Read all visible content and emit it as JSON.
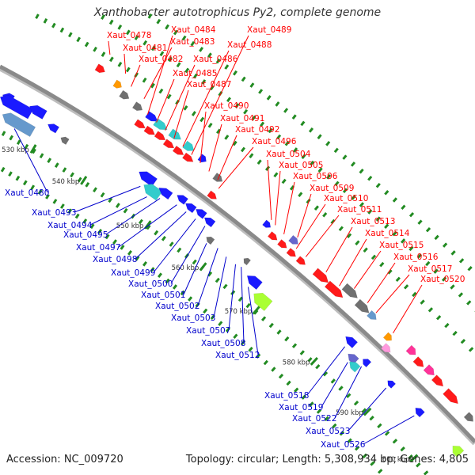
{
  "title": "Xanthobacter autotrophicus Py2, complete genome",
  "footer": {
    "accession": "Accession: NC_009720",
    "summary": "Topology: circular; Length: 5,308,934 bp; Genes: 4,805"
  },
  "colors": {
    "backbone": "#8a8a8a",
    "tick": "#228B22",
    "label_forward": "#ff0000",
    "label_reverse": "#0000cc",
    "gene_red": "#ff1a1a",
    "gene_blue": "#1a1aff",
    "gene_gray": "#707070",
    "gene_cyan": "#33cccc",
    "gene_steel": "#6699cc",
    "gene_orange": "#ff9900",
    "gene_magenta": "#ff3399",
    "gene_lime": "#aaff33",
    "gene_olive": "#669933",
    "gene_purple": "#6666cc",
    "gene_pink": "#ff99dd"
  },
  "kbp_marks": [
    {
      "label": "530 kbp"
    },
    {
      "label": "540 kbp"
    },
    {
      "label": "550 kbp"
    },
    {
      "label": "560 kbp"
    },
    {
      "label": "570 kbp"
    },
    {
      "label": "580 kbp"
    },
    {
      "label": "590 kbp"
    },
    {
      "label": "600 kbp"
    }
  ],
  "labels_forward": [
    "Xaut_0478",
    "Xaut_0481",
    "Xaut_0482",
    "Xaut_0483",
    "Xaut_0484",
    "Xaut_0485",
    "Xaut_0486",
    "Xaut_0487",
    "Xaut_0488",
    "Xaut_0489",
    "Xaut_0490",
    "Xaut_0491",
    "Xaut_0492",
    "Xaut_0496",
    "Xaut_0504",
    "Xaut_0505",
    "Xaut_0506",
    "Xaut_0509",
    "Xaut_0510",
    "Xaut_0511",
    "Xaut_0513",
    "Xaut_0514",
    "Xaut_0515",
    "Xaut_0516",
    "Xaut_0517",
    "Xaut_0520"
  ],
  "labels_reverse": [
    "Xaut_0480",
    "Xaut_0493",
    "Xaut_0494",
    "Xaut_0495",
    "Xaut_0497",
    "Xaut_0498",
    "Xaut_0499",
    "Xaut_0500",
    "Xaut_0501",
    "Xaut_0502",
    "Xaut_0503",
    "Xaut_0507",
    "Xaut_0508",
    "Xaut_0512",
    "Xaut_0518",
    "Xaut_0519",
    "Xaut_0522",
    "Xaut_0523",
    "Xaut_0526"
  ]
}
